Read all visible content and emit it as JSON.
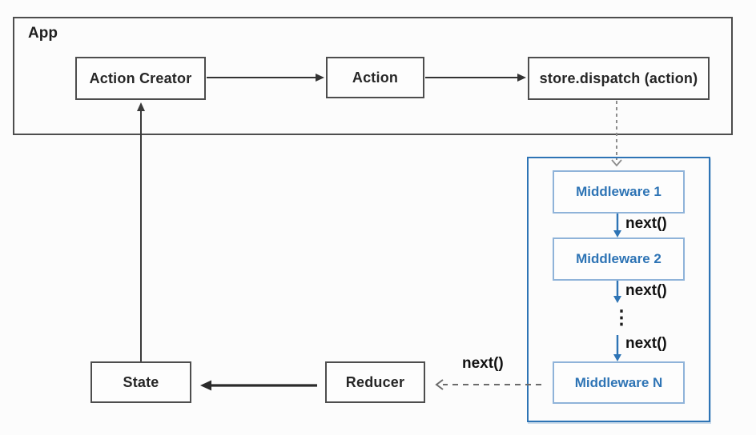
{
  "app": {
    "label": "App",
    "nodes": {
      "action_creator": "Action Creator",
      "action": "Action",
      "dispatch": "store.dispatch (action)"
    }
  },
  "middleware": {
    "items": [
      "Middleware 1",
      "Middleware 2",
      "Middleware N"
    ],
    "next_label": "next()",
    "ellipsis": "⋮"
  },
  "nodes": {
    "state": "State",
    "reducer": "Reducer"
  },
  "colors": {
    "accent_blue": "#2e74b5",
    "light_blue_border": "#8fb3d9",
    "box_border": "#4d4d4d",
    "arrow_dark": "#333333",
    "dashed_gray": "#8c8c8c",
    "background": "#fcfcfc"
  }
}
